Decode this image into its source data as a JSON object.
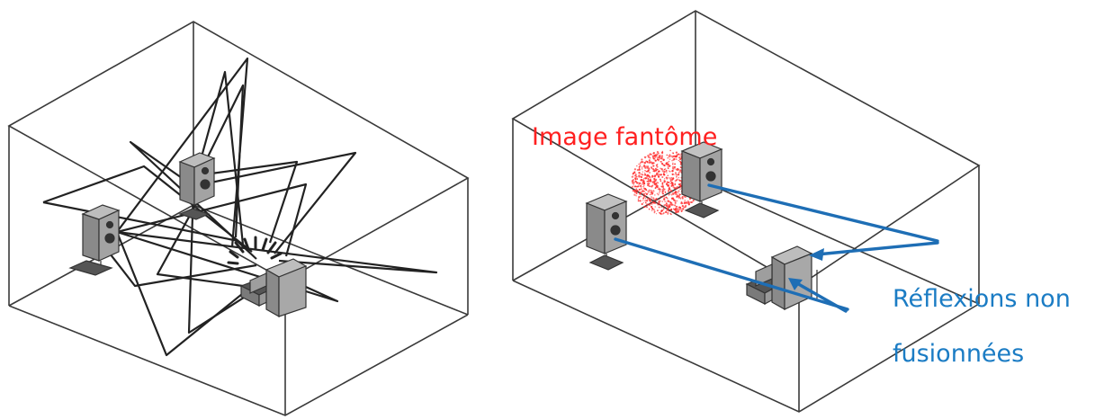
{
  "labels": {
    "phantom_image": "Image fantôme",
    "reflections_line1": "Réflexions non",
    "reflections_line2": "fusionnées"
  },
  "colors": {
    "phantom_label": "#ff2020",
    "phantom_cloud": "#ff3030",
    "reflections_label": "#1b7cc4",
    "reflection_arrows": "#1e6eb5",
    "room_edges": "#3a3a3a",
    "sound_rays": "#222222",
    "speaker_body": "#8e8e8e"
  }
}
